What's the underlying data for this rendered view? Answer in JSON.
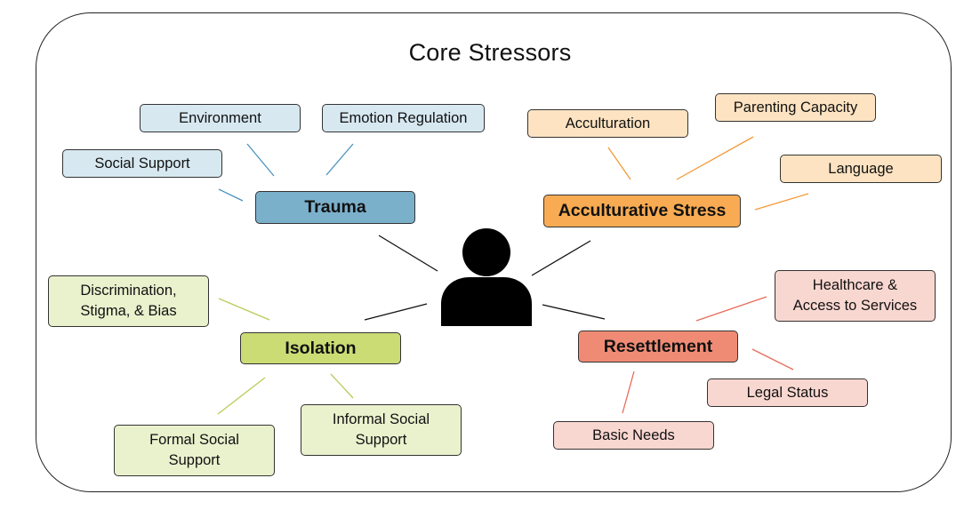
{
  "title": "Core Stressors",
  "icons": {
    "center": "person-icon"
  },
  "colors": {
    "trauma_hub": "#7bb0cb",
    "trauma_leaf": "#d7e8f1",
    "trauma_line": "#4d93bf",
    "acculturative_hub": "#f8ab52",
    "acculturative_leaf": "#fde3c1",
    "acculturative_line": "#f39a3a",
    "isolation_hub": "#cbdc75",
    "isolation_leaf": "#eaf1cd",
    "isolation_line": "#b6cc5a",
    "resettlement_hub": "#ef8b74",
    "resettlement_leaf": "#f9d7d1",
    "resettlement_line": "#e86b58"
  },
  "trauma": {
    "label": "Trauma",
    "children": [
      "Environment",
      "Emotion Regulation",
      "Social Support"
    ]
  },
  "acculturative": {
    "label": "Acculturative Stress",
    "children": [
      "Acculturation",
      "Parenting Capacity",
      "Language"
    ]
  },
  "isolation": {
    "label": "Isolation",
    "children": [
      "Discrimination,\nStigma, & Bias",
      "Formal Social\nSupport",
      "Informal Social\nSupport"
    ]
  },
  "resettlement": {
    "label": "Resettlement",
    "children": [
      "Healthcare &\nAccess to Services",
      "Legal Status",
      "Basic Needs"
    ]
  }
}
